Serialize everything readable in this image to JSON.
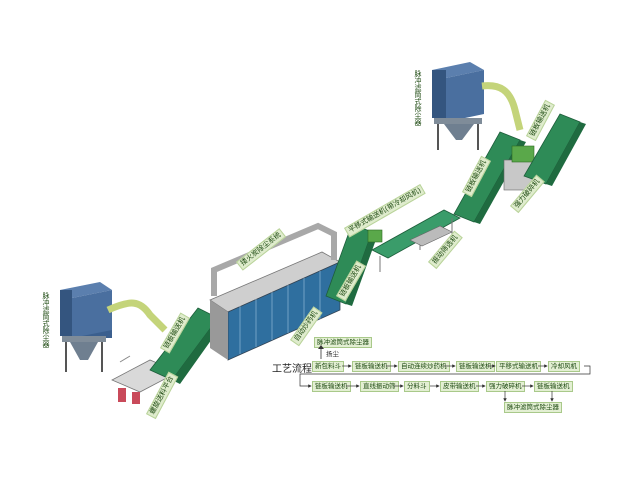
{
  "labels": {
    "dust_left": "脉冲滤筒式除尘器",
    "dust_right": "脉冲滤筒式除尘器",
    "chain_conv_1": "链板输送机",
    "chain_conv_2": "链板输送机",
    "chain_conv_3": "链板输送机",
    "chain_conv_top": "链板输送机",
    "feeder": "螺旋送料平台",
    "dust_system": "搂火炭除尘系统",
    "stir_fryer": "自动炒药机",
    "flat_conv": "平移式输送机(带冷却风机)",
    "vib_screen": "振动筛选机",
    "crusher": "强力破碎机"
  },
  "flow": {
    "title": "工艺流程:",
    "note": "扬尘",
    "dust_top": "脉冲滤筒式除尘器",
    "dust_bottom": "脉冲滤筒式除尘器",
    "row1": [
      "新包料斗",
      "链板输送机",
      "自动连续炒药机",
      "链板输送机",
      "平移式输送机",
      "冷却风机"
    ],
    "row2": [
      "链板输送机",
      "直线振动筛",
      "分料斗",
      "皮带输送机",
      "强力破碎机",
      "链板输送机"
    ]
  },
  "colors": {
    "conveyor": "#2e8b57",
    "duct": "#b9c96a",
    "collector": "#3b5f8e",
    "machine": "#a7a7a7",
    "label_bg": "#dfeccd"
  }
}
